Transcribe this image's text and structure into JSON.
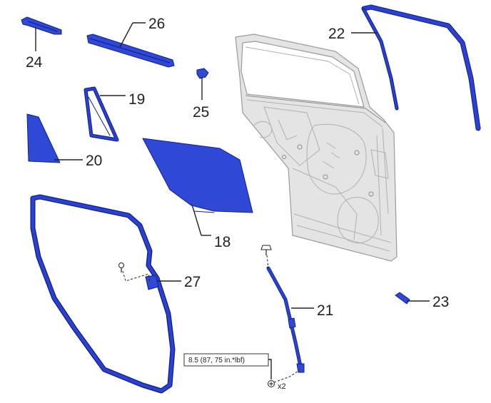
{
  "callouts": {
    "n18": "18",
    "n19": "19",
    "n20": "20",
    "n21": "21",
    "n22": "22",
    "n23": "23",
    "n24": "24",
    "n25": "25",
    "n26": "26",
    "n27": "27"
  },
  "torque_spec": "8.5 (87, 75 in.*lbf)",
  "bolt_quantity": "x2",
  "colors": {
    "part_fill": "#2f49d6",
    "part_outline": "#0e1f99",
    "door_panel": "#e4e4e4",
    "text": "#222222"
  }
}
